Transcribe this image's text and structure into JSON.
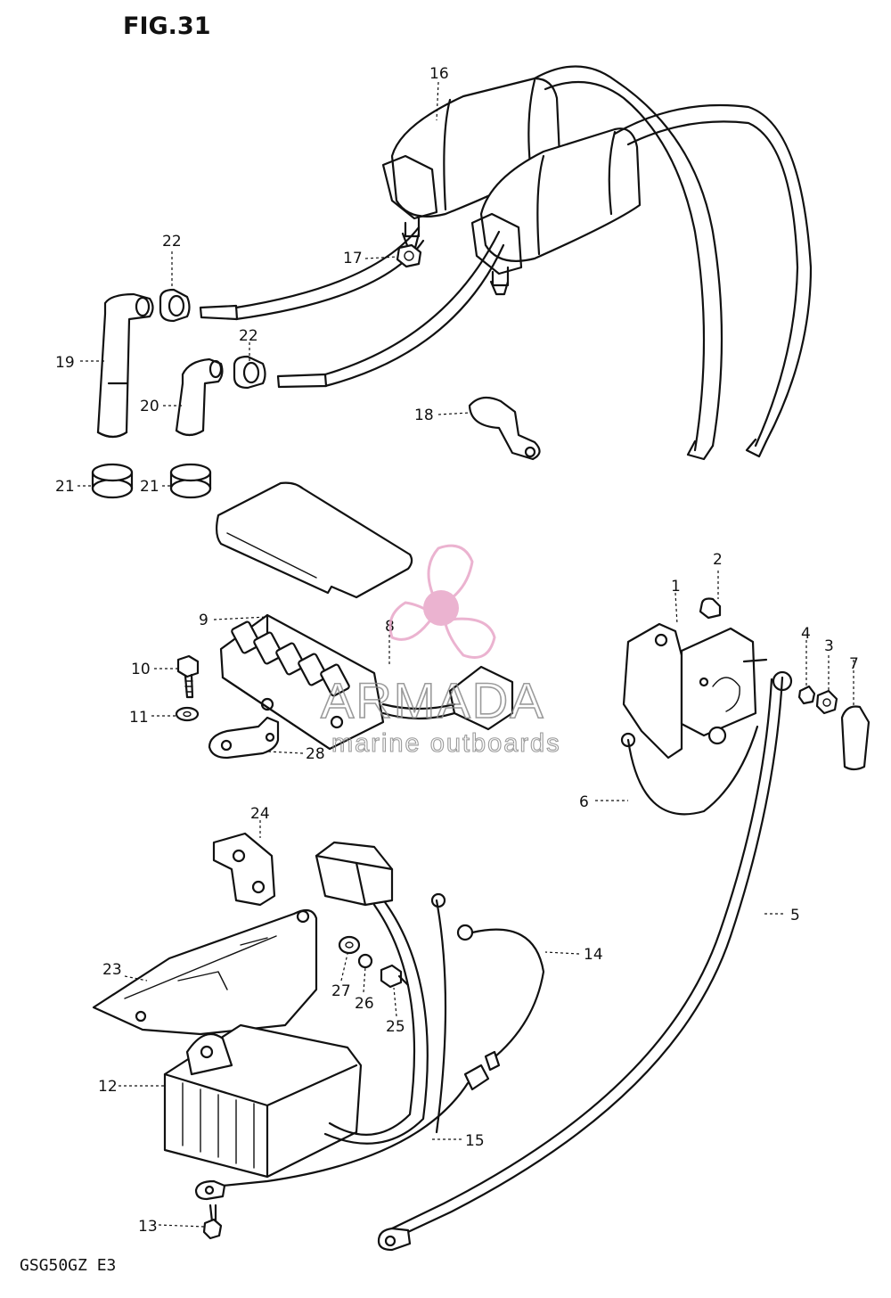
{
  "figure": {
    "title": "FIG.31",
    "footer": "GSG50GZ E3"
  },
  "watermark": {
    "brand": "ARMADA",
    "tagline": "marine outboards",
    "logo_color": "#e8a6c8"
  },
  "labels": {
    "p1": "1",
    "p2": "2",
    "p3": "3",
    "p4": "4",
    "p5": "5",
    "p6": "6",
    "p7": "7",
    "p8": "8",
    "p9": "9",
    "p10": "10",
    "p11": "11",
    "p12": "12",
    "p13": "13",
    "p14": "14",
    "p15": "15",
    "p16": "16",
    "p17": "17",
    "p18": "18",
    "p19": "19",
    "p20": "20",
    "p21a": "21",
    "p21b": "21",
    "p22a": "22",
    "p22b": "22",
    "p23": "23",
    "p24": "24",
    "p25": "25",
    "p26": "26",
    "p27": "27",
    "p28": "28"
  }
}
